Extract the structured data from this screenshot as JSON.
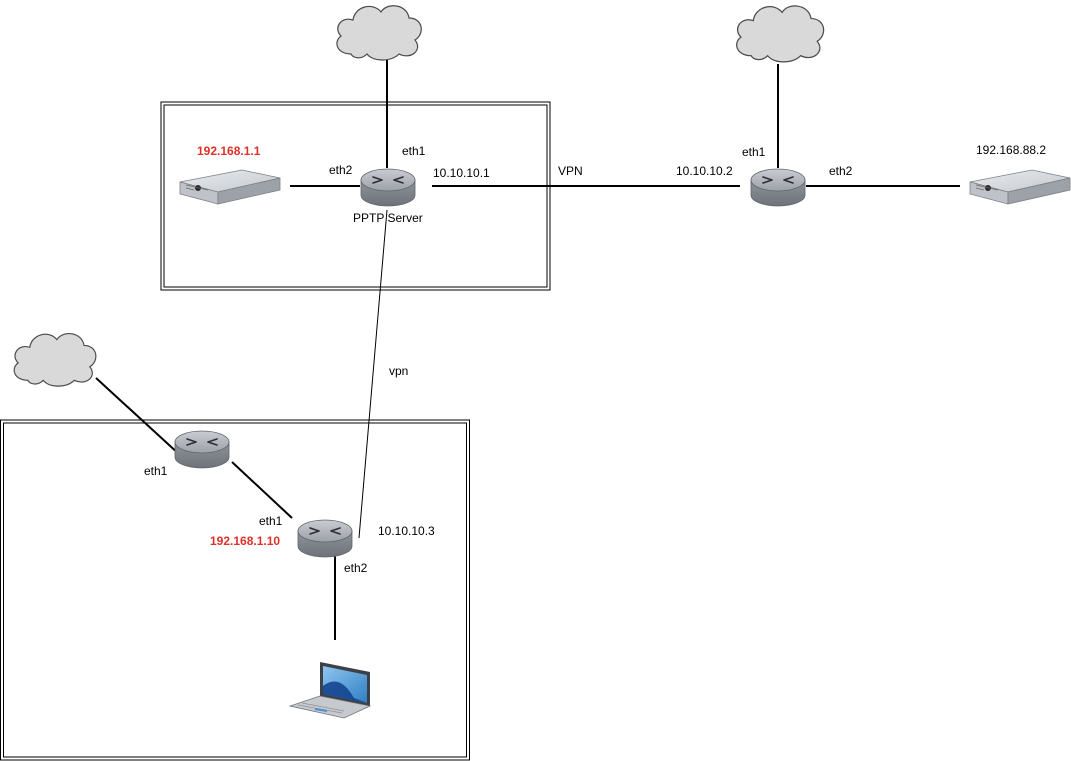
{
  "colors": {
    "ip_highlight": "#e0302a",
    "text": "#000000",
    "line": "#000000"
  },
  "labels": {
    "top_server_ip": "192.168.1.1",
    "pptp_eth2": "eth2",
    "pptp_eth1": "eth1",
    "pptp_vpn_ip": "10.10.10.1",
    "pptp_name": "PPTP Server",
    "vpn_link": "VPN",
    "remote_vpn_ip": "10.10.10.2",
    "remote_eth1": "eth1",
    "remote_eth2": "eth2",
    "remote_server_ip": "192.168.88.2",
    "vpn_link_lower": "vpn",
    "client_gw_eth1": "eth1",
    "client_eth1": "eth1",
    "client_lan_ip": "192.168.1.10",
    "client_vpn_ip": "10.10.10.3",
    "client_eth2": "eth2"
  },
  "icons": {
    "cloud": "cloud-icon",
    "router": "router-icon",
    "server": "rack-server-icon",
    "laptop": "laptop-icon"
  }
}
